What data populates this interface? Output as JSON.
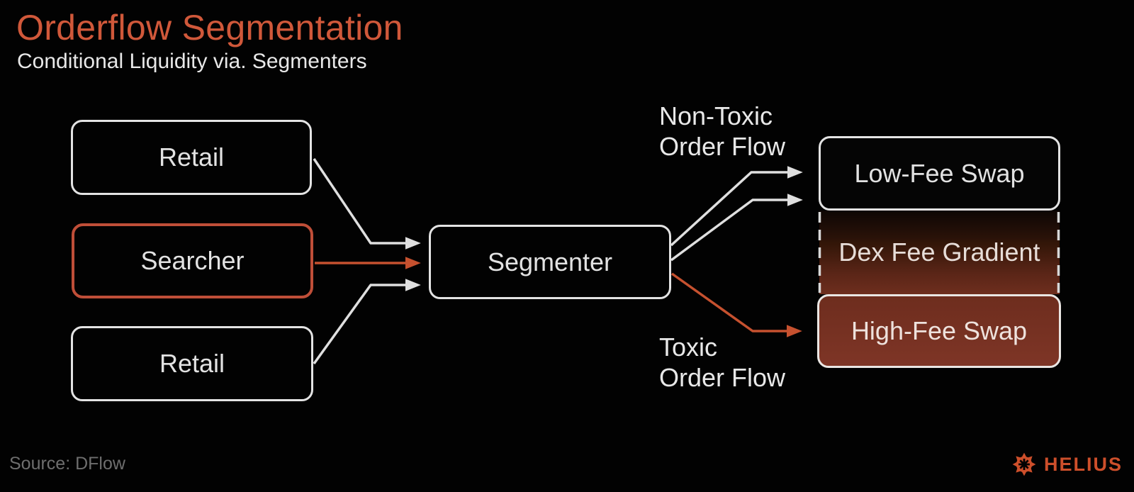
{
  "slide": {
    "title": "Orderflow Segmentation",
    "subtitle": "Conditional Liquidity via. Segmenters"
  },
  "diagram": {
    "nodes": {
      "retail_top": "Retail",
      "searcher": "Searcher",
      "retail_bottom": "Retail",
      "segmenter": "Segmenter",
      "low_fee_swap": "Low-Fee Swap",
      "dex_fee_gradient": "Dex Fee Gradient",
      "high_fee_swap": "High-Fee Swap"
    },
    "flow_labels": {
      "non_toxic": {
        "line1": "Non-Toxic",
        "line2": "Order Flow"
      },
      "toxic": {
        "line1": "Toxic",
        "line2": "Order Flow"
      }
    }
  },
  "footer": {
    "source": "Source: DFlow",
    "brand": "HELIUS"
  },
  "colors": {
    "background": "#020202",
    "title_orange": "#d0583a",
    "toxic_flow_orange": "#c6512f",
    "searcher_border_orange": "#bf4e38",
    "box_border_white": "#e3e3e3",
    "high_fee_fill": "#7b3223",
    "text_light": "#e8e8e8",
    "source_gray": "#6e6e6e",
    "helius_orange": "#cd4f2b"
  }
}
